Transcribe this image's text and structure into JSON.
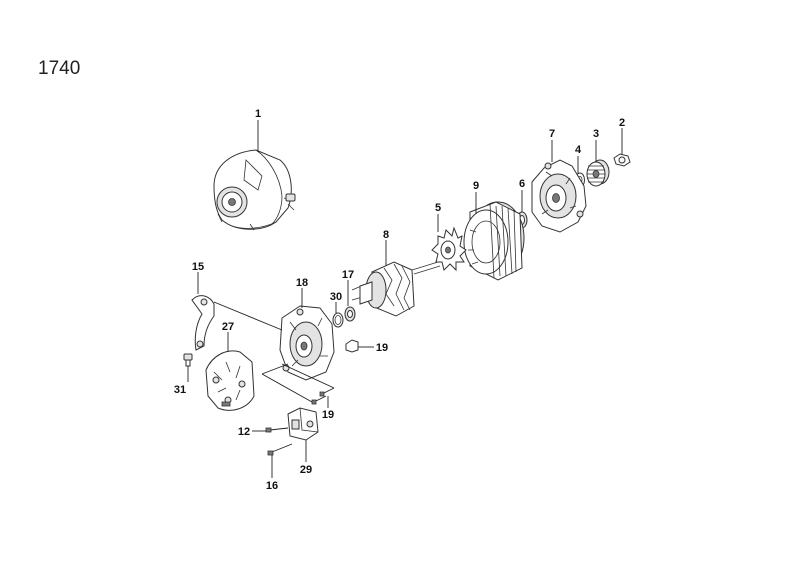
{
  "figure_number": "1740",
  "callouts": {
    "c1": "1",
    "c2": "2",
    "c3": "3",
    "c4": "4",
    "c5": "5",
    "c6": "6",
    "c7": "7",
    "c8": "8",
    "c9": "9",
    "c12": "12",
    "c15": "15",
    "c16": "16",
    "c17": "17",
    "c18": "18",
    "c19a": "19",
    "c19b": "19",
    "c27": "27",
    "c29": "29",
    "c30": "30",
    "c31": "31"
  }
}
